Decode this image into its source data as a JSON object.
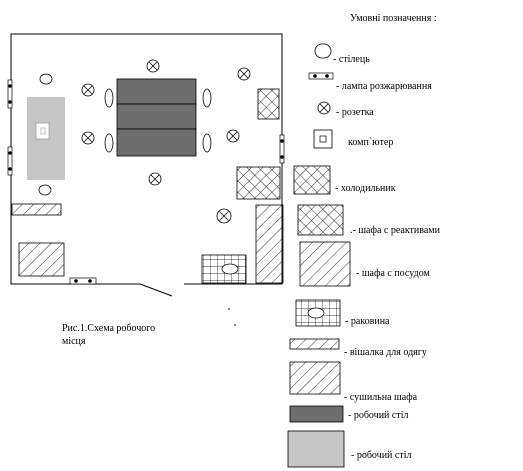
{
  "legend": {
    "title": "Умовні позначення :",
    "items": {
      "column": "- стілець",
      "lamp": "- лампа розжарювання",
      "socket": "- розетка",
      "computer": "комп`ютер",
      "fridge": "- холодильник",
      "reagent_cabinet": ".- шафа с реактивами",
      "dish_cabinet": "- шафа с посудом",
      "sink": "- раковина",
      "hanger": "- вішалка для одягу",
      "drying_cabinet": "- сушильна шафа",
      "work_table_dark": "- робочий стіл",
      "work_table_light": "- робочий стіл"
    }
  },
  "caption": {
    "line1": "Рис.1.Схема робочого",
    "line2": "місця"
  },
  "colors": {
    "dark_table": "#6e6e6e",
    "light_table": "#c6c6c6",
    "stroke": "#000000"
  }
}
